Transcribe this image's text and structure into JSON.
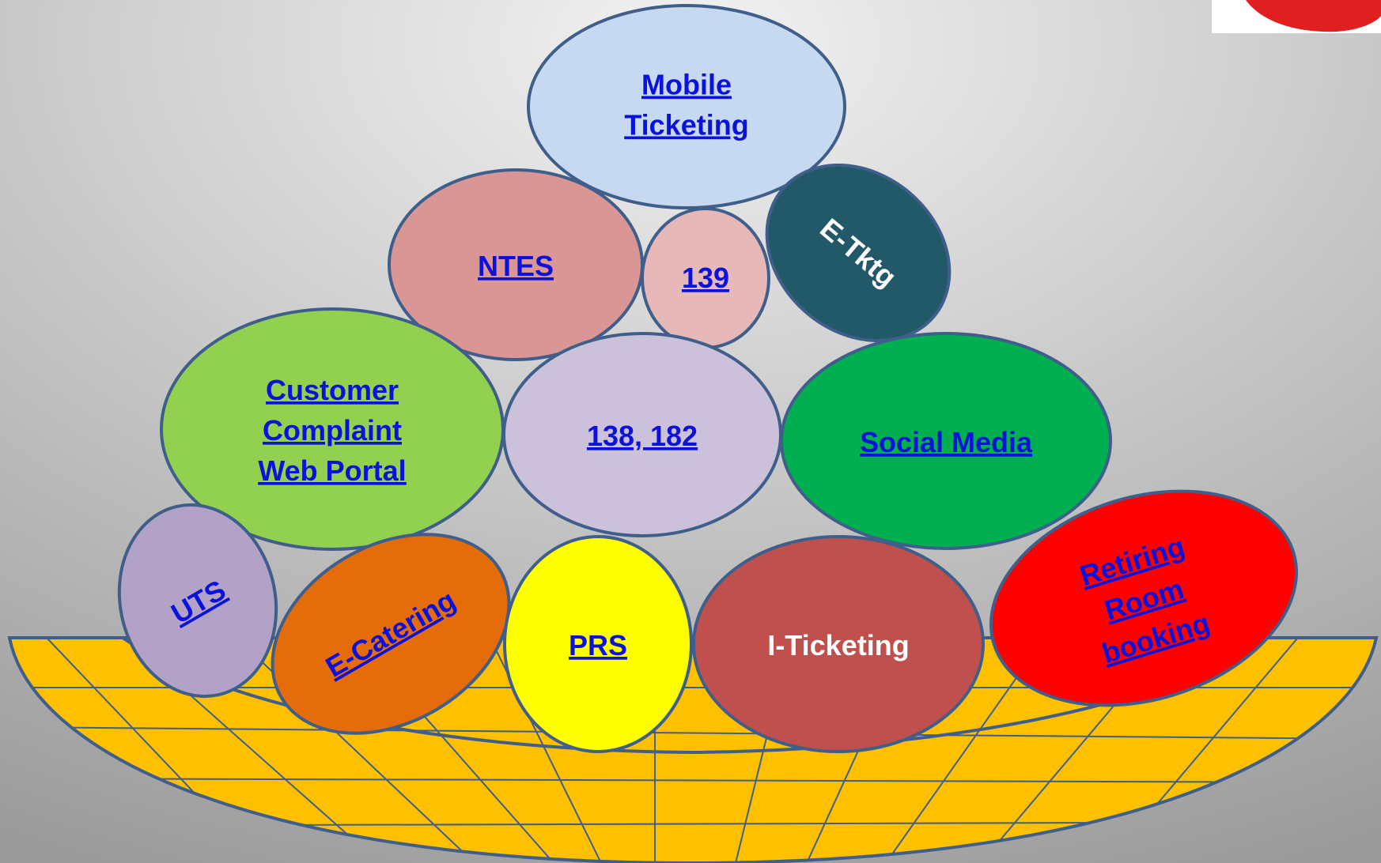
{
  "diagram": {
    "colors": {
      "background_light": "#f2f2f2",
      "background_dark": "#9a9a9a",
      "basket_fill": "#ffc000",
      "outline": "#3f5f8a",
      "link_text": "#0b12d9",
      "plain_text": "#ffffff"
    },
    "bubbles": [
      {
        "id": "mobile-ticketing",
        "lines": [
          "Mobile",
          "Ticketing"
        ],
        "color": "#c6d9f1",
        "link": true
      },
      {
        "id": "ntes",
        "lines": [
          "NTES"
        ],
        "color": "#d99694",
        "link": true
      },
      {
        "id": "139",
        "lines": [
          "139"
        ],
        "color": "#e6b9b8",
        "link": true
      },
      {
        "id": "e-tktg",
        "lines": [
          "E-Tktg"
        ],
        "color": "#215968",
        "link": false
      },
      {
        "id": "customer-complaint-web-portal",
        "lines": [
          "Customer",
          "Complaint",
          "Web Portal"
        ],
        "color": "#92d050",
        "link": true
      },
      {
        "id": "138-182",
        "lines": [
          "138, 182"
        ],
        "color": "#ccc1da",
        "link": true
      },
      {
        "id": "social-media",
        "lines": [
          "Social Media"
        ],
        "color": "#00b050",
        "link": true
      },
      {
        "id": "uts",
        "lines": [
          "UTS"
        ],
        "color": "#b3a2c7",
        "link": true
      },
      {
        "id": "e-catering",
        "lines": [
          "E-Catering"
        ],
        "color": "#e46c0a",
        "link": true
      },
      {
        "id": "prs",
        "lines": [
          "PRS"
        ],
        "color": "#ffff00",
        "link": true
      },
      {
        "id": "i-ticketing",
        "lines": [
          "I-Ticketing"
        ],
        "color": "#c0504d",
        "link": false
      },
      {
        "id": "retiring-room-booking",
        "lines": [
          "Retiring",
          "Room",
          "booking"
        ],
        "color": "#ff0000",
        "link": true
      }
    ]
  }
}
